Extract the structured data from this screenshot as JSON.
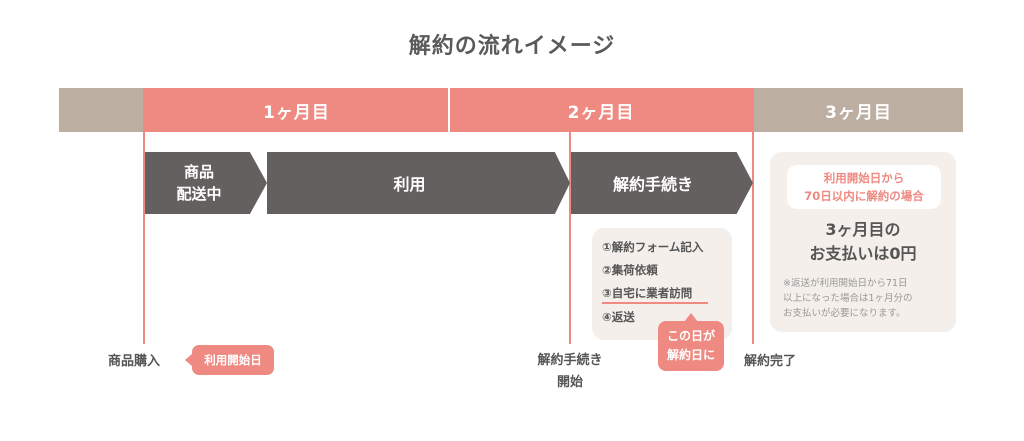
{
  "title": "解約の流れイメージ",
  "months": {
    "m1": "1ヶ月目",
    "m2": "2ヶ月目",
    "m3": "3ヶ月目"
  },
  "phases": {
    "shipping_line1": "商品",
    "shipping_line2": "配送中",
    "usage": "利用",
    "cancellation": "解約手続き"
  },
  "steps": [
    "①解約フォーム記入",
    "②集荷依頼",
    "③自宅に業者訪問",
    "④返送"
  ],
  "callout": {
    "line1": "この日が",
    "line2": "解約日に"
  },
  "info_box": {
    "badge_line1": "利用開始日から",
    "badge_line2": "70日以内に解約の場合",
    "main_line1": "3ヶ月目の",
    "main_line2": "お支払いは0円",
    "note_line1": "※返送が利用開始日から71日",
    "note_line2": "以上になった場合は1ヶ月分の",
    "note_line3": "お支払いが必要になります。"
  },
  "timeline_labels": {
    "purchase": "商品購入",
    "start_badge": "利用開始日",
    "cancel_start_line1": "解約手続き",
    "cancel_start_line2": "開始",
    "cancel_complete": "解約完了"
  },
  "colors": {
    "accent": "#ee8a82",
    "taupe": "#bcaea1",
    "dark_arrow": "#646060",
    "box_bg": "#f4efea"
  }
}
